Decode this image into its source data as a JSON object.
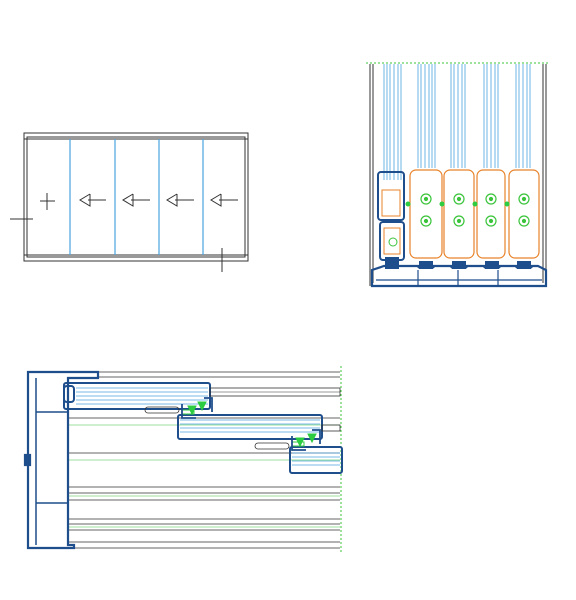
{
  "drawing": {
    "plan_view": {
      "panel_count": 5,
      "fixed_panel_marker": "plus",
      "sliding_direction": "left",
      "arrow_count": 4
    },
    "vertical_section": {
      "track_count": 4,
      "fixing_points_per_track": 2
    },
    "horizontal_section": {
      "stacked_panels": 3
    },
    "colors": {
      "frame_line": "#333333",
      "glazing": "#4aa3df",
      "profile": "#1f4e8c",
      "carrier": "#e8832a",
      "fixing": "#3ac43a",
      "gasket": "#2ecc40"
    }
  }
}
